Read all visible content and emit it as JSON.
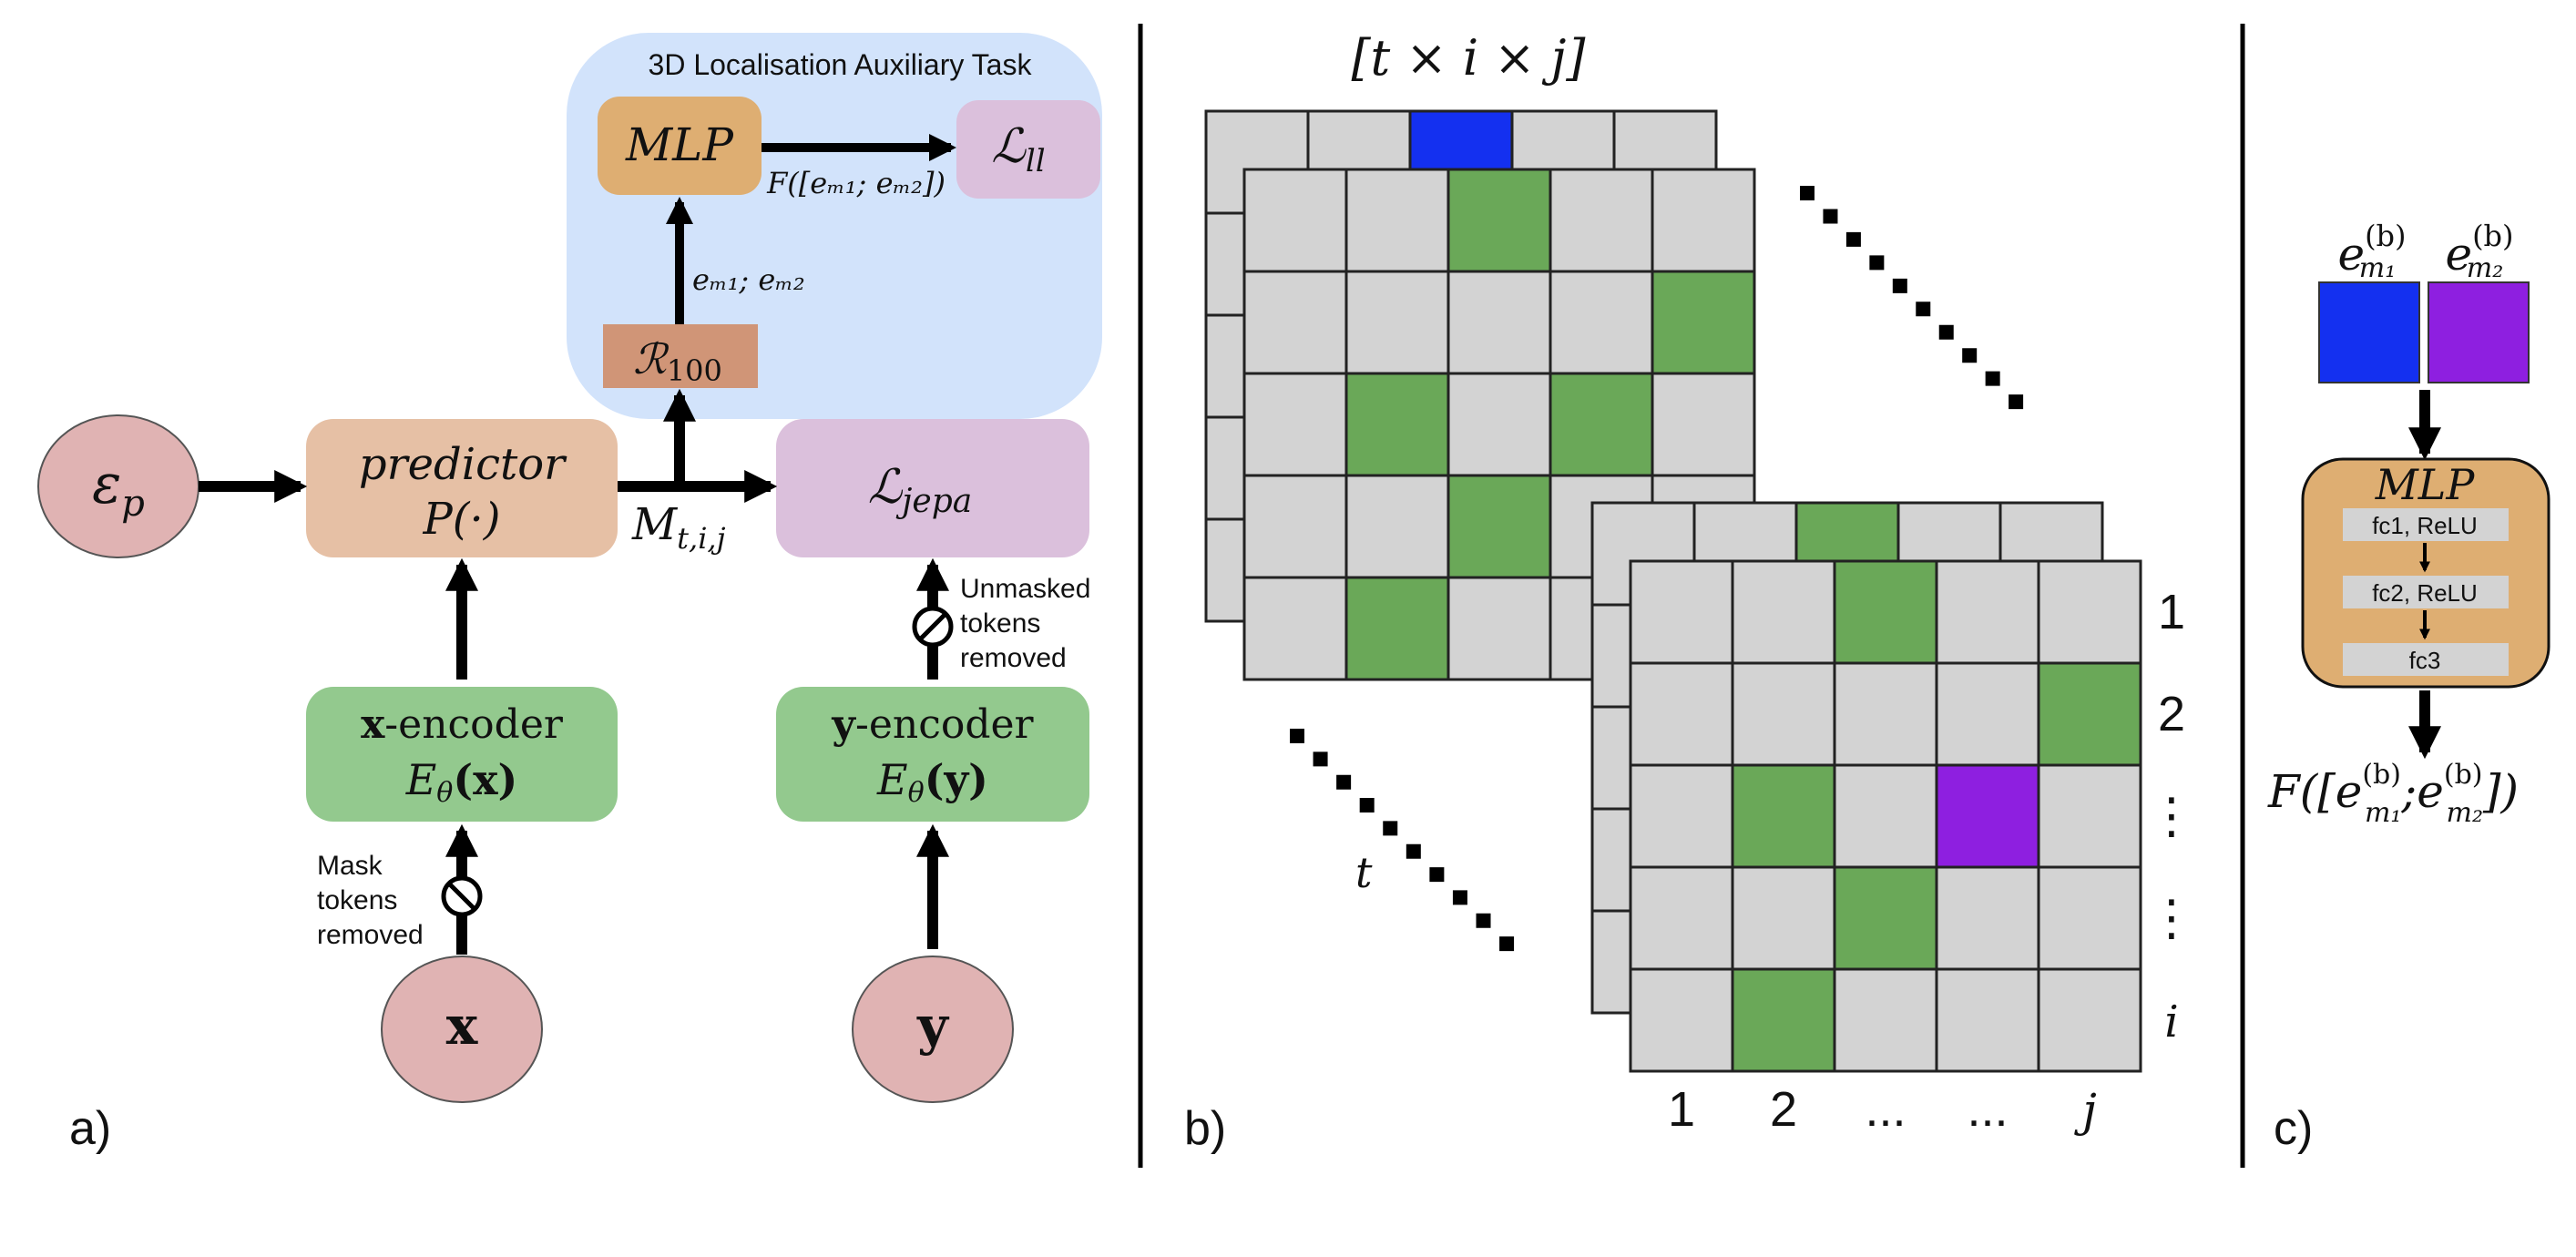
{
  "panel_a": {
    "label": "a)",
    "aux_task": {
      "title": "3D Localisation Auxiliary Task"
    },
    "mlp_box": "MLP",
    "loss_ll": {
      "main": "ℒ",
      "sub": "ll"
    },
    "mlp_output": "F([eₘ₁; eₘ₂])",
    "emb_label": "eₘ₁; eₘ₂",
    "r100": {
      "main": "ℛ",
      "sub": "100"
    },
    "eps": {
      "main": "ε",
      "sub": "p"
    },
    "predictor": {
      "line1": "predictor",
      "line2": "P(·)"
    },
    "m_label": {
      "main": "M",
      "sub": "t,i,j"
    },
    "loss_jepa": {
      "main": "ℒ",
      "sub": "jepa"
    },
    "unmasked_note": [
      "Unmasked",
      "tokens",
      "removed"
    ],
    "x_encoder": {
      "sym": "x",
      "name": "-encoder",
      "fn": "E",
      "fn_sub": "θ",
      "arg": "(x)"
    },
    "y_encoder": {
      "sym": "y",
      "name": "-encoder",
      "fn": "E",
      "fn_sub": "θ",
      "arg": "(y)"
    },
    "mask_note": [
      "Mask",
      "tokens",
      "removed"
    ],
    "x_node": "x",
    "y_node": "y"
  },
  "panel_b": {
    "label": "b)",
    "grid_title": "[t × i × j]",
    "t_label": "t",
    "row_labels": [
      "1",
      "2",
      "⋮",
      "⋮",
      "i"
    ],
    "col_labels": [
      "1",
      "2",
      "...",
      "...",
      "j"
    ],
    "back_grid": {
      "green": [
        [
          0,
          2
        ],
        [
          1,
          4
        ],
        [
          2,
          1
        ],
        [
          2,
          3
        ],
        [
          3,
          2
        ],
        [
          4,
          1
        ]
      ]
    },
    "front_grid": {
      "green": [
        [
          0,
          2
        ],
        [
          1,
          4
        ],
        [
          2,
          1
        ],
        [
          3,
          2
        ],
        [
          4,
          1
        ]
      ],
      "purple": [
        [
          2,
          3
        ]
      ]
    },
    "top_row_blue_col": 2,
    "colors": {
      "cell": "#d3d3d3",
      "green": "#6aa858",
      "blue": "#1430f0",
      "purple": "#8e1fe0"
    }
  },
  "panel_c": {
    "label": "c)",
    "emb1": {
      "main": "e",
      "sup": "(b)",
      "sub": "m₁"
    },
    "emb2": {
      "main": "e",
      "sup": "(b)",
      "sub": "m₂"
    },
    "mlp_title": "MLP",
    "layers": [
      "fc1, ReLU",
      "fc2, ReLU",
      "fc3"
    ],
    "output": {
      "f": "F([",
      "e": "e",
      "sup1": "(b)",
      "sub1": "m₁",
      "sep": ";",
      "sup2": "(b)",
      "sub2": "m₂",
      "close": "])"
    }
  },
  "colors": {
    "pink_node": "#e0b3b3",
    "predictor": "#e6c0a5",
    "jepa": "#dbc0dc",
    "encoder": "#93c98e",
    "aux_bg": "#d2e3fb",
    "mlp": "#deae72",
    "r100": "#d09577"
  }
}
